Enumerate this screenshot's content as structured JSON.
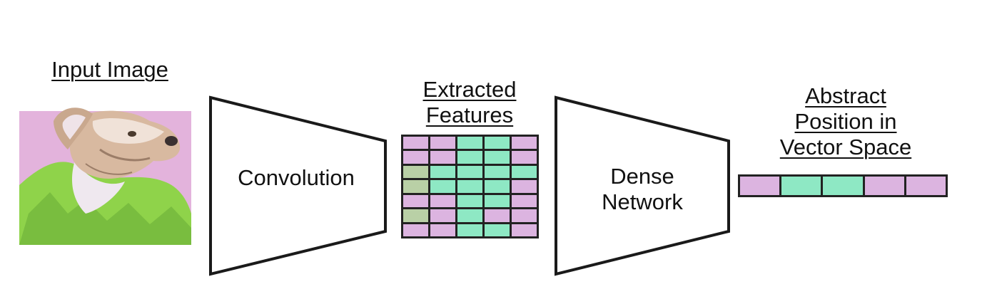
{
  "input": {
    "title": "Input Image",
    "image_alt": "dog in green jacket"
  },
  "convolution": {
    "label": "Convolution"
  },
  "features": {
    "title_line1": "Extracted",
    "title_line2": "Features"
  },
  "dense": {
    "label_line1": "Dense",
    "label_line2": "Network"
  },
  "vector": {
    "title_line1": "Abstract",
    "title_line2": "Position in",
    "title_line3": "Vector Space"
  },
  "colors": {
    "pink": "#dcb4e0",
    "green": "#8ee8c4",
    "olive": "#b9d0a6",
    "outline": "#1a1a1a",
    "photo_bg": "#e3b3dc",
    "jacket": "#8fd34a"
  },
  "feature_grid": {
    "rows": [
      [
        "pink",
        "pink",
        "green",
        "green",
        "pink"
      ],
      [
        "pink",
        "pink",
        "green",
        "green",
        "pink"
      ],
      [
        "olive",
        "green",
        "green",
        "green",
        "green"
      ],
      [
        "olive",
        "green",
        "green",
        "green",
        "pink"
      ],
      [
        "pink",
        "pink",
        "green",
        "green",
        "pink"
      ],
      [
        "olive",
        "pink",
        "green",
        "pink",
        "pink"
      ],
      [
        "pink",
        "pink",
        "green",
        "green",
        "pink"
      ]
    ]
  },
  "vector_cells": [
    "pink",
    "green",
    "green",
    "pink",
    "pink"
  ]
}
